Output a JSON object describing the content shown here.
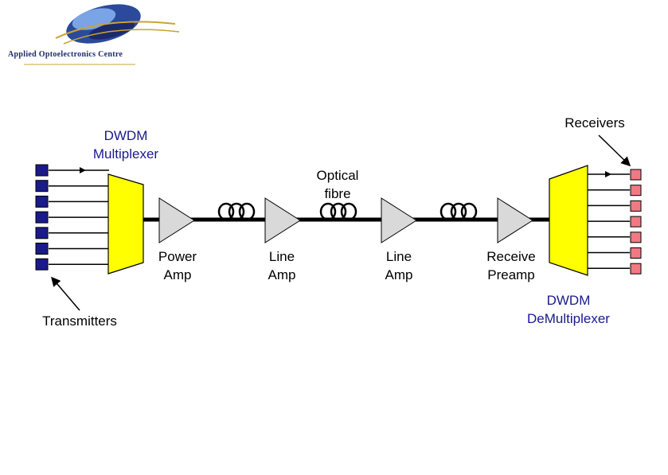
{
  "logo": {
    "org_name": "Applied Optoelectronics Centre",
    "colors": {
      "swirl_dark": "#1c2a6b",
      "swirl_light": "#4a7bd0",
      "gold": "#c9a336"
    }
  },
  "labels": {
    "dwdm_multiplexer": [
      "DWDM",
      "Multiplexer"
    ],
    "optical_fibre": [
      "Optical",
      "fibre"
    ],
    "receivers": "Receivers",
    "power_amp": [
      "Power",
      "Amp"
    ],
    "line_amp_1": [
      "Line",
      "Amp"
    ],
    "line_amp_2": [
      "Line",
      "Amp"
    ],
    "receive_preamp": [
      "Receive",
      "Preamp"
    ],
    "transmitters": "Transmitters",
    "dwdm_demultiplexer": [
      "DWDM",
      "DeMultiplexer"
    ]
  },
  "colors": {
    "transmitter": "#1a1a8c",
    "receiver": "#f07a84",
    "mux": "#ffff00",
    "amplifier": "#d9d9d9",
    "fibre": "#000000",
    "blue_label": "#1a1a8c"
  },
  "counts": {
    "transmitters": 7,
    "receivers": 7
  }
}
